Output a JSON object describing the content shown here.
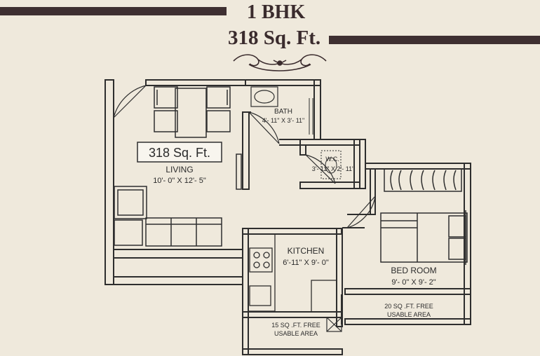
{
  "header": {
    "title": "1 BHK",
    "area": "318 Sq. Ft."
  },
  "plan": {
    "area_box": "318 Sq. Ft.",
    "rooms": {
      "living": {
        "name": "LIVING",
        "size": "10'- 0\" X 12'- 5\""
      },
      "bath": {
        "name": "BATH",
        "size": "4'- 11\" X 3'- 11\""
      },
      "wc": {
        "name": "W.C.",
        "size": "3'- 11\" X 2'- 11\""
      },
      "kitchen": {
        "name": "KITCHEN",
        "size": "6'-11\" X 9'- 0\""
      },
      "bedroom": {
        "name": "BED ROOM",
        "size": "9'- 0\" X 9'- 2\""
      }
    },
    "free_areas": {
      "bedroom_side": {
        "line1": "20 SQ .FT. FREE",
        "line2": "USABLE AREA"
      },
      "kitchen_side": {
        "line1": "15 SQ .FT. FREE",
        "line2": "USABLE AREA"
      }
    }
  },
  "colors": {
    "background": "#efe9dc",
    "bar": "#3e2f31",
    "wall": "#2e2e2e"
  }
}
